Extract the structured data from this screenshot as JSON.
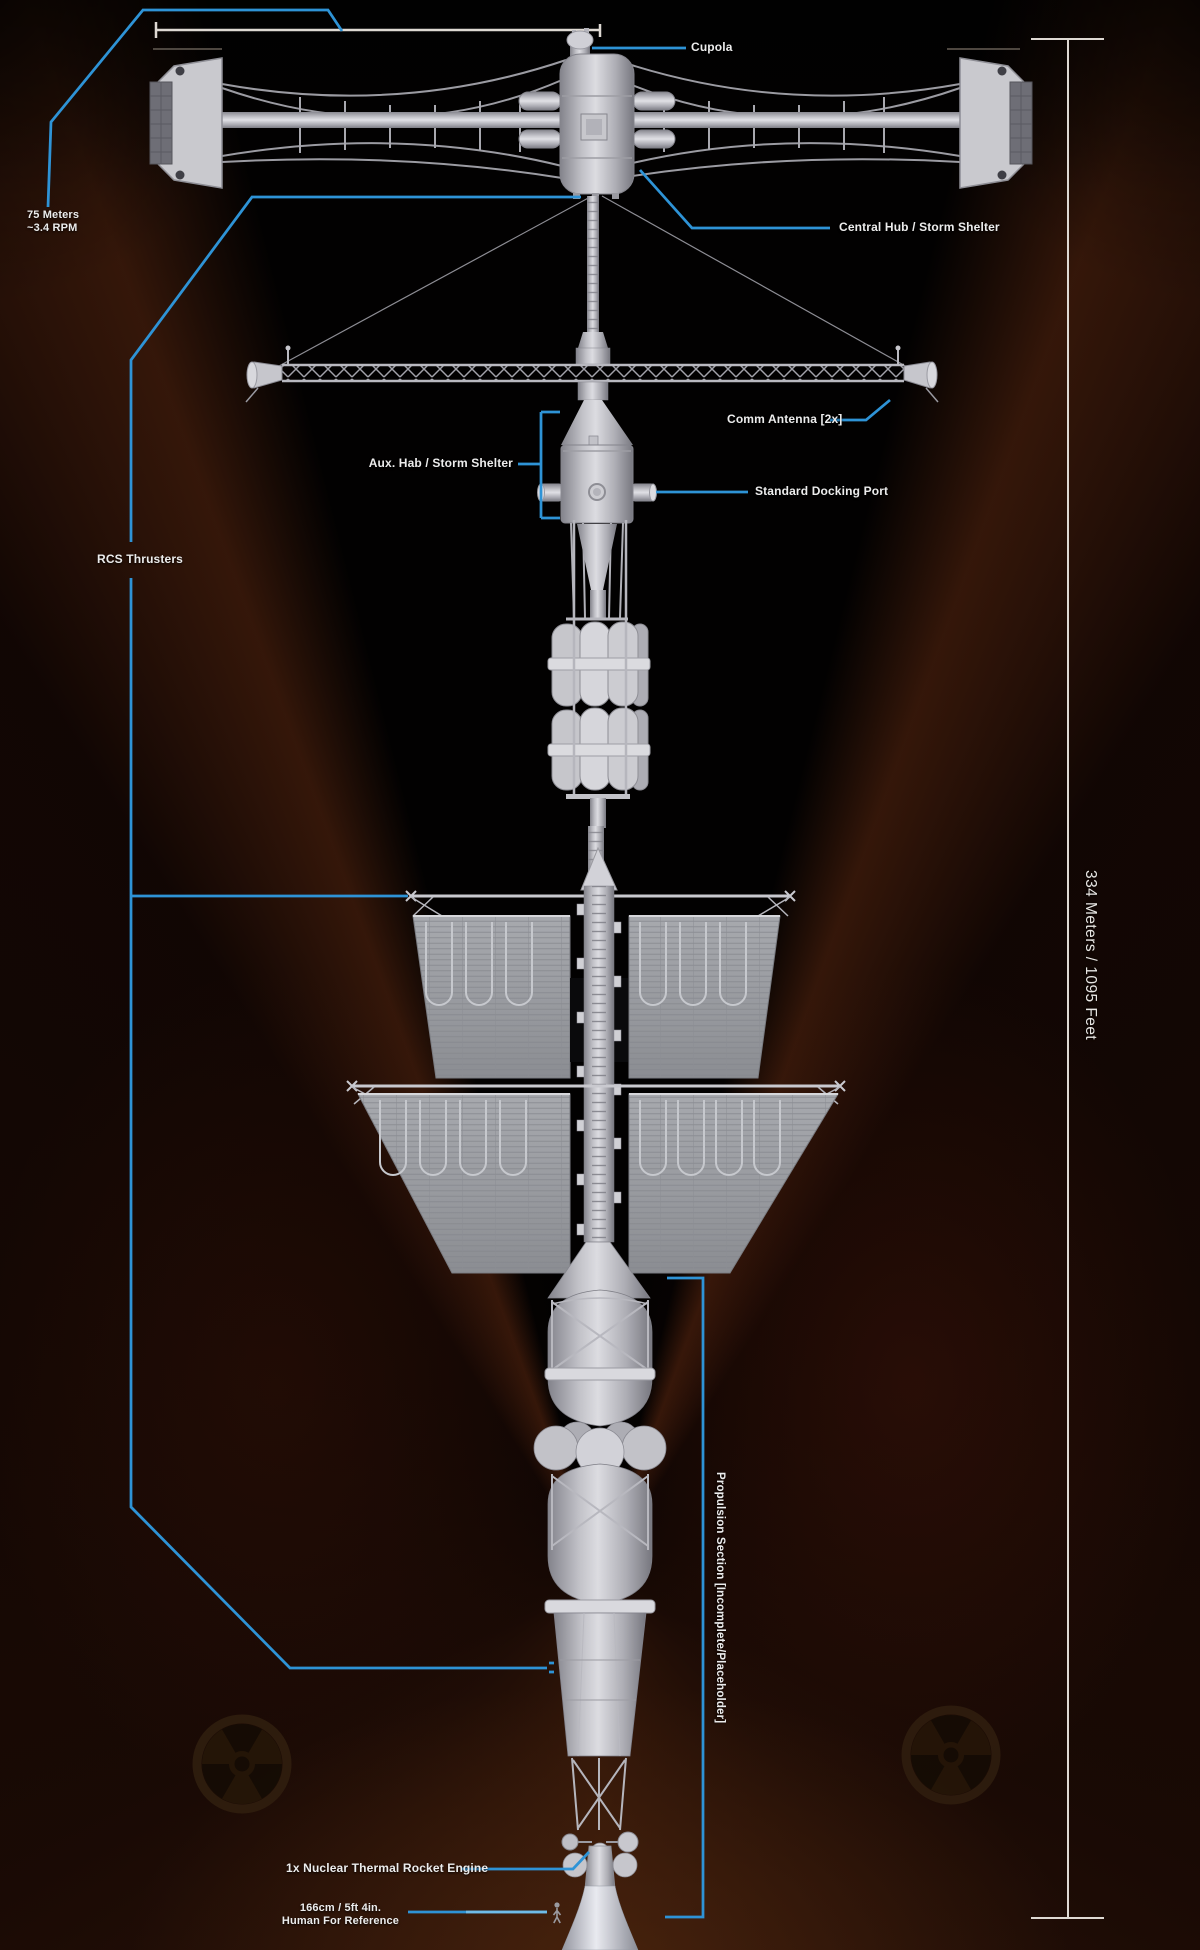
{
  "labels": {
    "cupola": "Cupola",
    "central_hub": "Central Hub / Storm Shelter",
    "rotation_radius": "75 Meters",
    "rotation_rate": "~3.4 RPM",
    "rcs_thrusters": "RCS Thrusters",
    "comm_antenna": "Comm Antenna [2x]",
    "aux_hab": "Aux. Hab / Storm Shelter",
    "docking_port": "Standard Docking Port",
    "propulsion_section": "Propulsion Section [Incomplete/Placeholder]",
    "overall_length": "334 Meters / 1095 Feet",
    "engine": "1x Nuclear Thermal Rocket Engine",
    "human_height": "166cm / 5ft 4in.",
    "human_caption": "Human For Reference"
  },
  "colors": {
    "callout_blue": "#2E93D6",
    "callout_blue_light": "#6FBCE9",
    "measure_white": "#DED9D3",
    "label_text": "#ECECEC",
    "background_glow": "#2A0F07"
  },
  "icons": {
    "radiation_watermark": "radiation-trefoil"
  }
}
